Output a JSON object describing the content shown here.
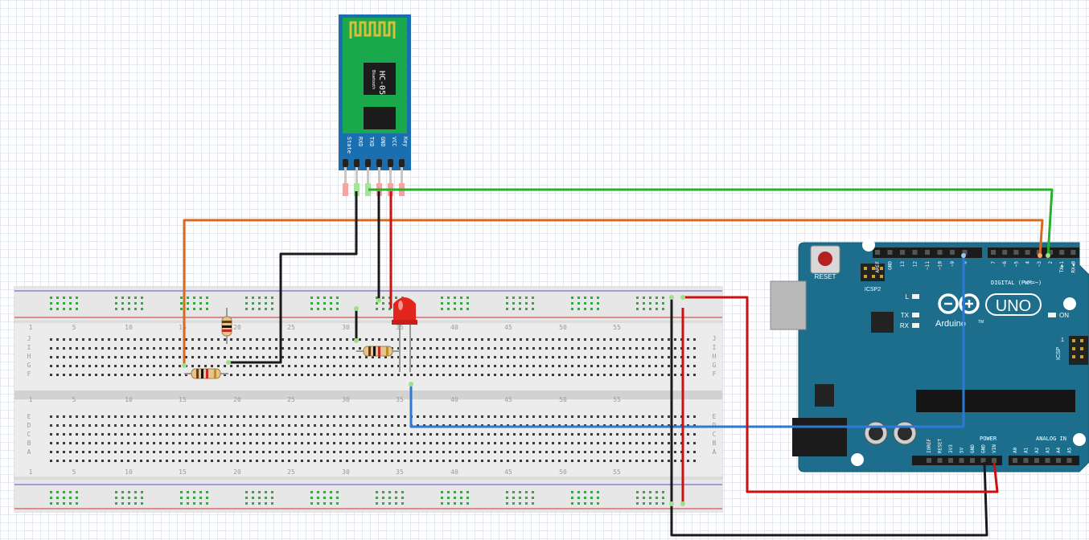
{
  "bluetooth": {
    "chip_name": "HC-05",
    "chip_sub": "Bluetooth",
    "pins": [
      "State",
      "RXD",
      "TXD",
      "GND",
      "VCC",
      "Key"
    ]
  },
  "arduino": {
    "reset_label": "RESET",
    "icsp2_label": "ICSP2",
    "icsp_label": "ICSP",
    "icsp_pin1": "1",
    "l_label": "L",
    "tx_label": "TX",
    "rx_label": "RX",
    "on_label": "ON",
    "brand": "Arduino",
    "tm": "TM",
    "model": "UNO",
    "digital_label": "DIGITAL (PWM=~)",
    "power_label": "POWER",
    "analog_label": "ANALOG IN",
    "digital_pins": [
      "AREF",
      "GND",
      "13",
      "12",
      "~11",
      "~10",
      "~9",
      "8",
      "7",
      "~6",
      "~5",
      "4",
      "~3",
      "2",
      "TX▶1",
      "RX◀0"
    ],
    "power_pins": [
      "IOREF",
      "RESET",
      "3V3",
      "5V",
      "GND",
      "GND",
      "VIN"
    ],
    "analog_pins": [
      "A0",
      "A1",
      "A2",
      "A3",
      "A4",
      "A5"
    ]
  },
  "breadboard": {
    "column_numbers": [
      "1",
      "5",
      "10",
      "15",
      "20",
      "25",
      "30",
      "35",
      "40",
      "45",
      "50",
      "55"
    ],
    "rows_top": [
      "J",
      "I",
      "H",
      "G",
      "F"
    ],
    "rows_bottom": [
      "E",
      "D",
      "C",
      "B",
      "A"
    ]
  },
  "colors": {
    "wire_green": "#26b02c",
    "wire_orange": "#d9691e",
    "wire_black": "#1a1a1a",
    "wire_red": "#cc1111",
    "wire_blue": "#2f79d6",
    "arduino_board": "#1c6e8c",
    "hc05_board": "#1aa84c",
    "led": "#e3251d"
  }
}
